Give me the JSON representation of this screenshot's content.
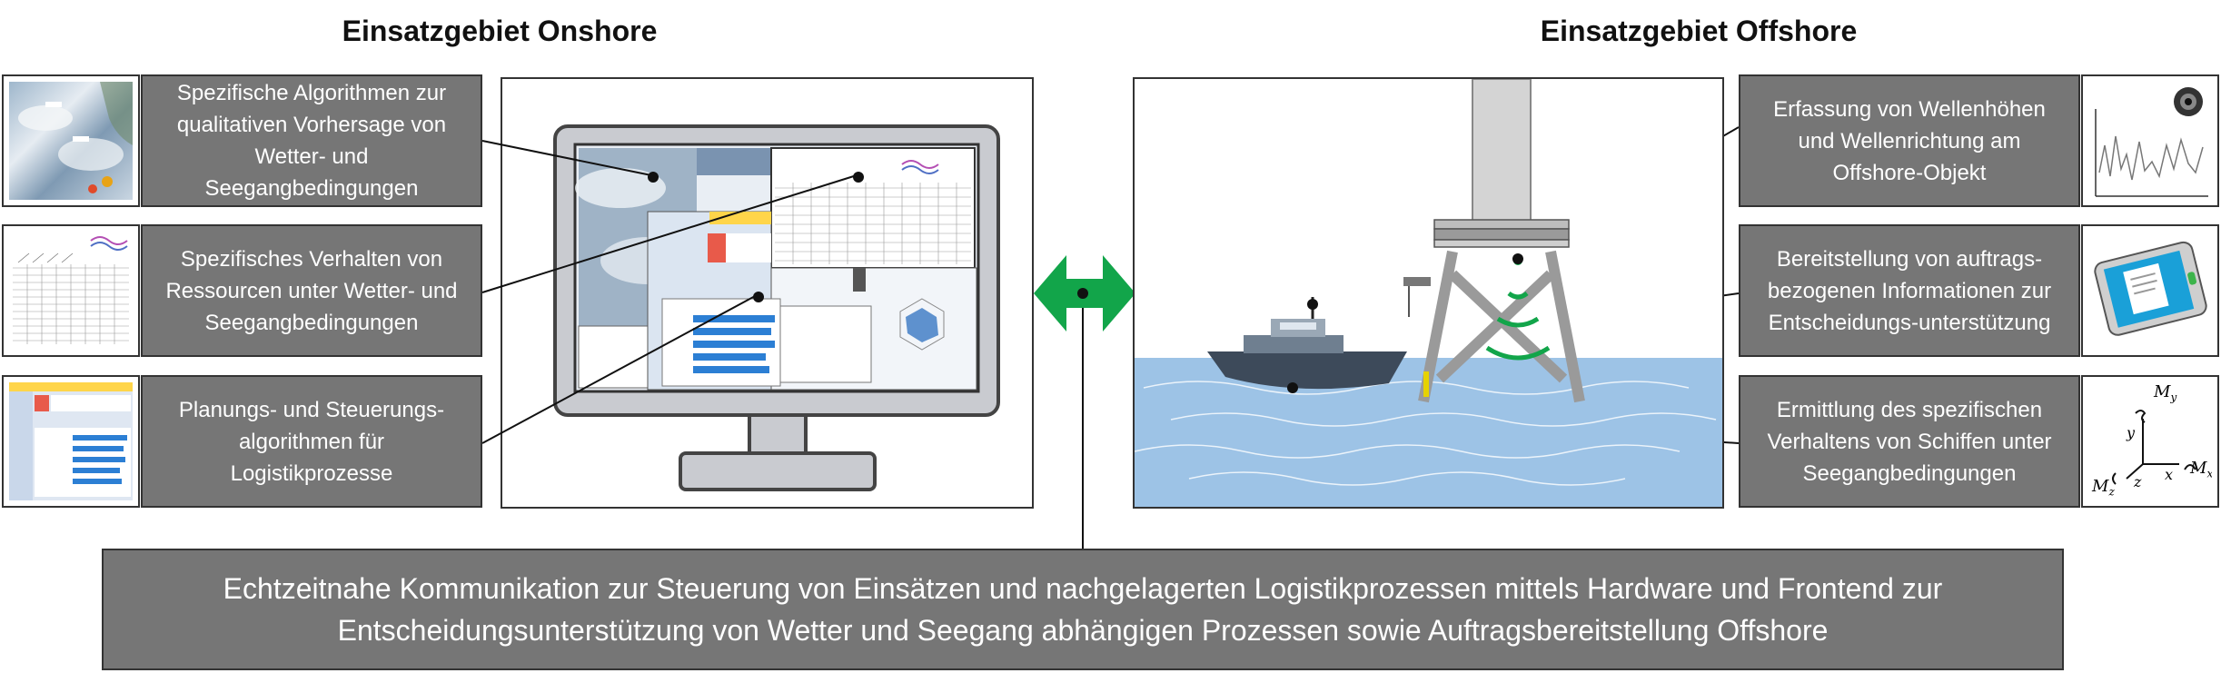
{
  "titles": {
    "onshore": "Einsatzgebiet Onshore",
    "offshore": "Einsatzgebiet Offshore"
  },
  "onshore_boxes": [
    {
      "text": "Spezifische Algorithmen zur qualitativen Vorhersage von Wetter- und Seegangbedingungen"
    },
    {
      "text": "Spezifisches Verhalten von Ressourcen unter Wetter- und Seegangbedingungen"
    },
    {
      "text": "Planungs- und Steuerungs-algorithmen für Logistikprozesse"
    }
  ],
  "offshore_boxes": [
    {
      "text": "Erfassung von Wellenhöhen und Wellenrichtung am Offshore-Objekt"
    },
    {
      "text": "Bereitstellung von auftrags-bezogenen Informationen zur Entscheidungs-unterstützung"
    },
    {
      "text": "Ermittlung des spezifischen Verhaltens von Schiffen unter Seegangbedingungen"
    }
  ],
  "bottom": {
    "line1": "Echtzeitnahe Kommunikation zur Steuerung von Einsätzen und nachgelagerten Logistikprozessen mittels Hardware und Frontend zur",
    "line2": "Entscheidungsunterstützung von Wetter und Seegang abhängigen Prozessen sowie Auftragsbereitstellung Offshore"
  },
  "axes_labels": {
    "my": "M",
    "my_sub": "y",
    "mx": "M",
    "mx_sub": "x",
    "mz": "M",
    "mz_sub": "z",
    "x": "x",
    "y": "y",
    "z": "z"
  },
  "colors": {
    "box_gray": "#767676",
    "arrow_green": "#12a54a",
    "sea_blue": "#9dc3e6",
    "monitor_gray": "#c9cbd0"
  }
}
